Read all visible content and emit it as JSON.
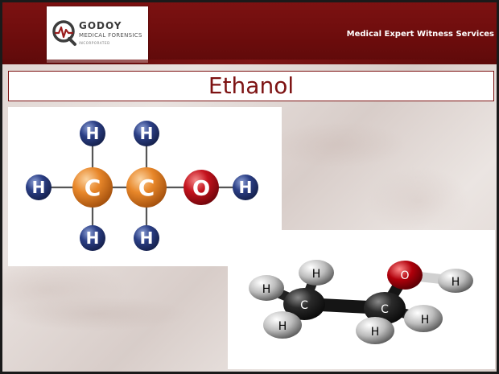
{
  "header": {
    "logo_name": "GODOY",
    "logo_sub": "MEDICAL FORENSICS",
    "logo_inc": "INCORPORATED",
    "tagline": "Medical Expert Witness Services"
  },
  "slide": {
    "title": "Ethanol"
  },
  "structural_formula": {
    "atoms": {
      "h_top_1": "H",
      "h_top_2": "H",
      "h_left": "H",
      "c1": "C",
      "c2": "C",
      "o": "O",
      "h_right": "H",
      "h_bottom_1": "H",
      "h_bottom_2": "H"
    }
  },
  "ball_stick_model": {
    "atoms": {
      "h1": "H",
      "h2": "H",
      "h3": "H",
      "c1": "C",
      "c2": "C",
      "o": "O",
      "h4": "H",
      "h5": "H",
      "h6": "H"
    }
  },
  "colors": {
    "brand": "#7d1212",
    "carbon_flat": "#e8872a",
    "hydrogen_flat": "#2b3f86",
    "oxygen_flat": "#c4121d",
    "model_carbon": "#1c1c1c",
    "model_oxygen": "#b0000b"
  }
}
